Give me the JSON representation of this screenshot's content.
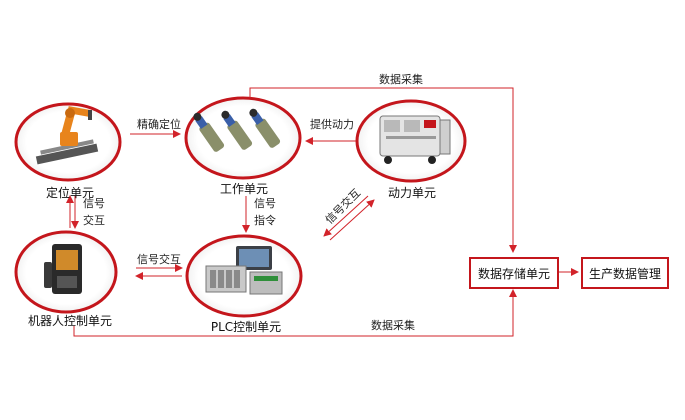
{
  "units": {
    "positioning": "定位单元",
    "work": "工作单元",
    "power": "动力单元",
    "robot_control": "机器人控制单元",
    "plc_control": "PLC控制单元",
    "data_storage": "数据存储单元",
    "production_data": "生产数据管理"
  },
  "edges": {
    "precise_positioning": "精确定位",
    "provide_power": "提供动力",
    "data_collection_top": "数据采集",
    "data_collection_bottom": "数据采集",
    "signal_exchange_left_vertical": "信号交互",
    "signal_command": "信号指令",
    "signal_exchange_middle": "信号交互",
    "signal_exchange_diagonal": "信号交互"
  },
  "colors": {
    "accent": "#c4161c",
    "arrow": "#d2232a",
    "text": "#222222"
  }
}
